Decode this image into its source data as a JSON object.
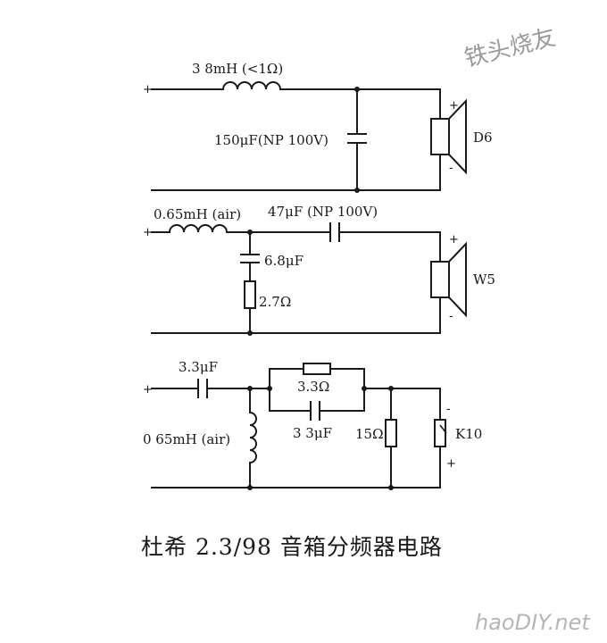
{
  "watermark_top": "铁头烧友",
  "watermark_bottom": "haoDIY.net",
  "caption": "杜希 2.3/98 音箱分频器电路",
  "circuit1": {
    "inductor_label": "3 8mH (<1Ω)",
    "capacitor_label": "150μF(NP 100V)",
    "speaker_label": "D6",
    "plus": "+",
    "minus": "-"
  },
  "circuit2": {
    "inductor_label": "0.65mH (air)",
    "series_cap_label": "47μF (NP 100V)",
    "shunt_cap_label": "6.8μF",
    "resistor_label": "2.7Ω",
    "speaker_label": "W5",
    "plus": "+",
    "minus": "-"
  },
  "circuit3": {
    "series_cap_label": "3.3μF",
    "parallel_resistor_label": "3.3Ω",
    "parallel_cap_label": "3 3μF",
    "inductor_label": "0 65mH (air)",
    "shunt_resistor_label": "15Ω",
    "tweeter_label": "K10",
    "plus": "+",
    "minus": "-",
    "input_plus": "+"
  },
  "inputs": {
    "plus": "+"
  }
}
